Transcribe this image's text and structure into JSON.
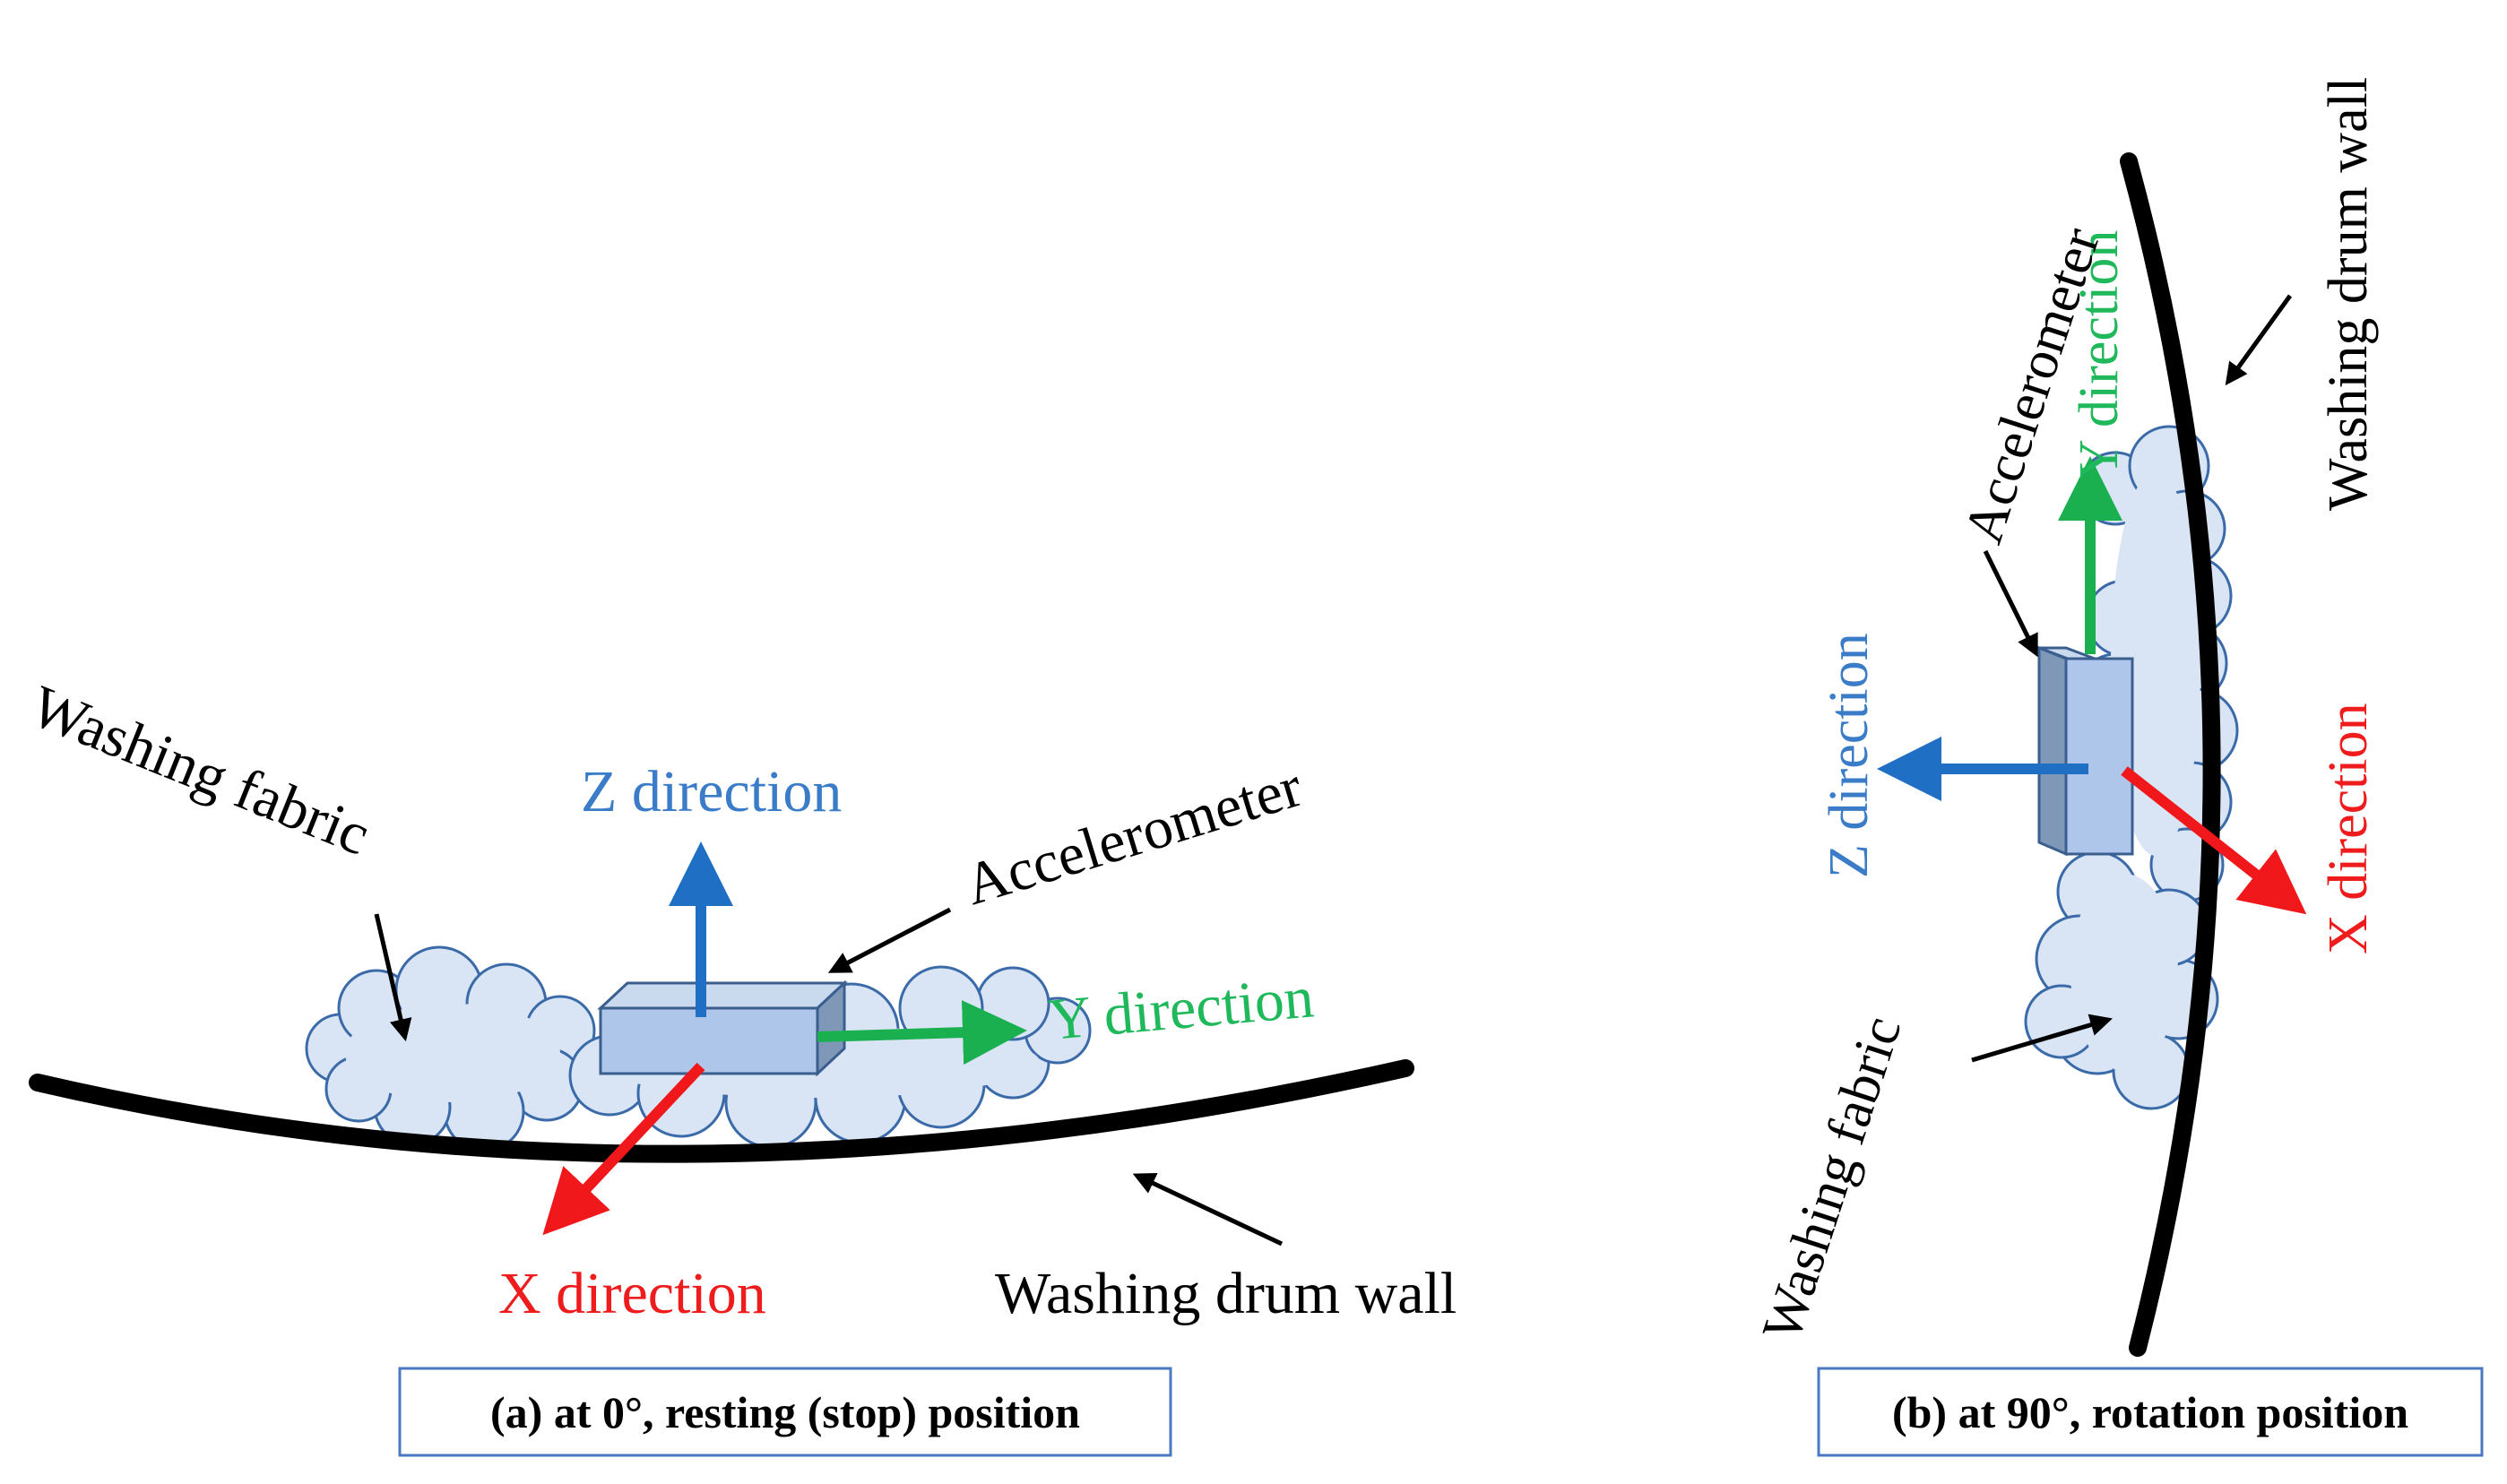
{
  "panel_a": {
    "labels": {
      "z": "Z direction",
      "y": "Y direction",
      "x": "X direction",
      "accelerometer": "Accelerometer",
      "fabric": "Washing fabric",
      "drum": "Washing drum wall"
    },
    "caption": "(a) at 0°, resting (stop) position"
  },
  "panel_b": {
    "labels": {
      "z": "Z direction",
      "y": "Y direction",
      "x": "X direction",
      "accelerometer": "Accelerometer",
      "fabric": "Washing fabric",
      "drum": "Washing drum wall"
    },
    "caption": "(b) at 90°, rotation position"
  },
  "colors": {
    "z_axis": "#1f6fc4",
    "y_axis": "#1ab050",
    "x_axis": "#f0181a",
    "z_label": "#3b7cc9",
    "y_label": "#1fb85a",
    "x_label": "#ee1c1c",
    "fabric_fill": "#d9e4f5",
    "fabric_stroke": "#3a6aa8",
    "sensor_fill": "#adc6ea",
    "caption_border": "#4a78c2"
  }
}
